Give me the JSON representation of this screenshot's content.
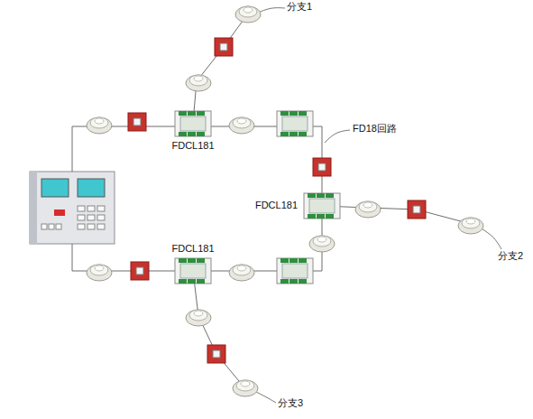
{
  "diagram": {
    "nodes": [
      {
        "text": [
          "FDCL181"
        ]
      },
      {
        "text": [
          "FDCL181"
        ]
      },
      {
        "text": [
          "FDCL181"
        ]
      }
    ],
    "labels": [
      "分支1",
      "FD18回路",
      "分支2",
      "分支3"
    ]
  }
}
